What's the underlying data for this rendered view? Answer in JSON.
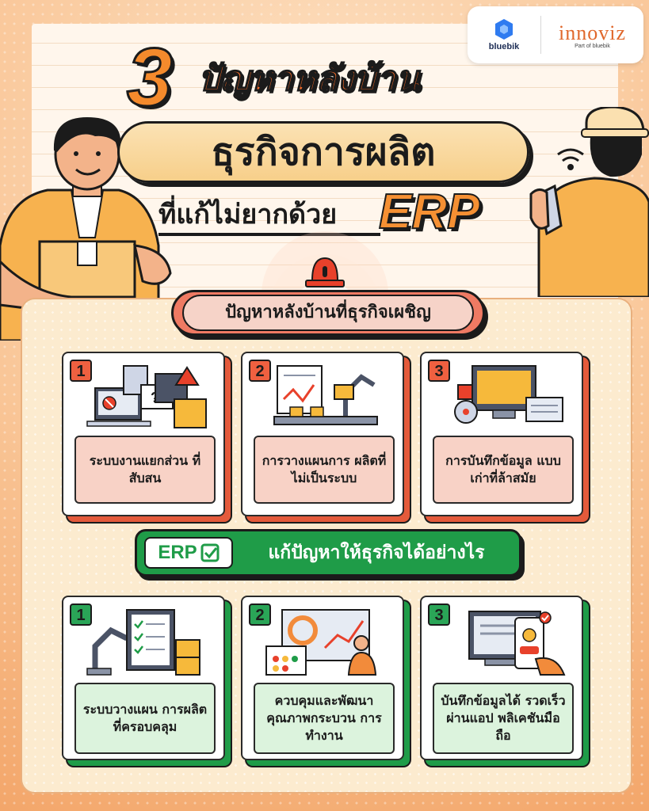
{
  "brand": {
    "logo_left": "bluebik",
    "logo_right": "innoviz",
    "logo_right_sub": "Part of bluebik"
  },
  "title": {
    "number": "3",
    "line1": "ปัญหาหลังบ้าน",
    "line2": "ธุรกิจการผลิต",
    "line3": "ที่แก้ไม่ยากด้วย",
    "highlight": "ERP"
  },
  "problems": {
    "header": "ปัญหาหลังบ้านที่ธุรกิจเผชิญ",
    "items": [
      {
        "num": "1",
        "label": "ระบบงานแยกส่วน ที่สับสน",
        "icon": "scattered-systems-icon"
      },
      {
        "num": "2",
        "label": "การวางแผนการ ผลิตที่ไม่เป็นระบบ",
        "icon": "factory-planning-icon"
      },
      {
        "num": "3",
        "label": "การบันทึกข้อมูล แบบเก่าที่ล้าสมัย",
        "icon": "old-records-icon"
      }
    ]
  },
  "solutions": {
    "badge": "ERP",
    "header": "แก้ปัญหาให้ธุรกิจได้อย่างไร",
    "items": [
      {
        "num": "1",
        "label": "ระบบวางแผน การผลิต ที่ครอบคลุม",
        "icon": "production-plan-icon"
      },
      {
        "num": "2",
        "label": "ควบคุมและพัฒนา คุณภาพกระบวน การทำงาน",
        "icon": "process-quality-icon"
      },
      {
        "num": "3",
        "label": "บันทึกข้อมูลได้ รวดเร็วผ่านแอป พลิเคชันมือถือ",
        "icon": "mobile-app-icon"
      }
    ]
  },
  "colors": {
    "problem_accent": "#ef6040",
    "solution_accent": "#1f9c48",
    "title_orange": "#f26a28"
  }
}
